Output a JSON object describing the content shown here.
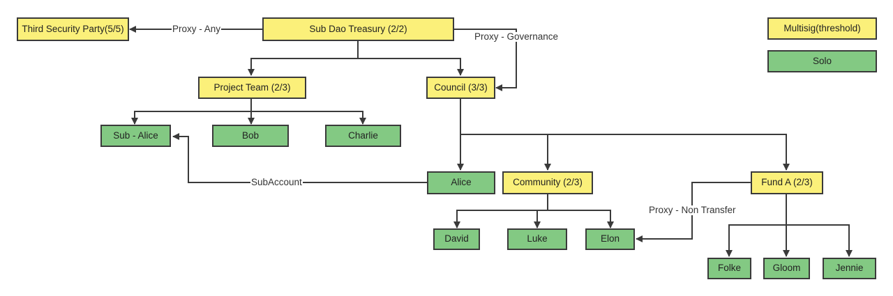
{
  "legend": {
    "multisig": "Multisig(threshold)",
    "solo": "Solo"
  },
  "colors": {
    "multisig": "#fbf07a",
    "solo": "#83c983",
    "line": "#3a3a3a"
  },
  "nodes": {
    "third_security": "Third Security Party(5/5)",
    "treasury": "Sub Dao Treasury (2/2)",
    "project_team": "Project Team (2/3)",
    "council": "Council (3/3)",
    "sub_alice": "Sub - Alice",
    "bob": "Bob",
    "charlie": "Charlie",
    "alice": "Alice",
    "community": "Community (2/3)",
    "fund_a": "Fund A (2/3)",
    "david": "David",
    "luke": "Luke",
    "elon": "Elon",
    "folke": "Folke",
    "gloom": "Gloom",
    "jennie": "Jennie"
  },
  "edges": {
    "proxy_any": "Proxy - Any",
    "proxy_governance": "Proxy - Governance",
    "subaccount": "SubAccount",
    "proxy_non_transfer": "Proxy - Non Transfer"
  }
}
